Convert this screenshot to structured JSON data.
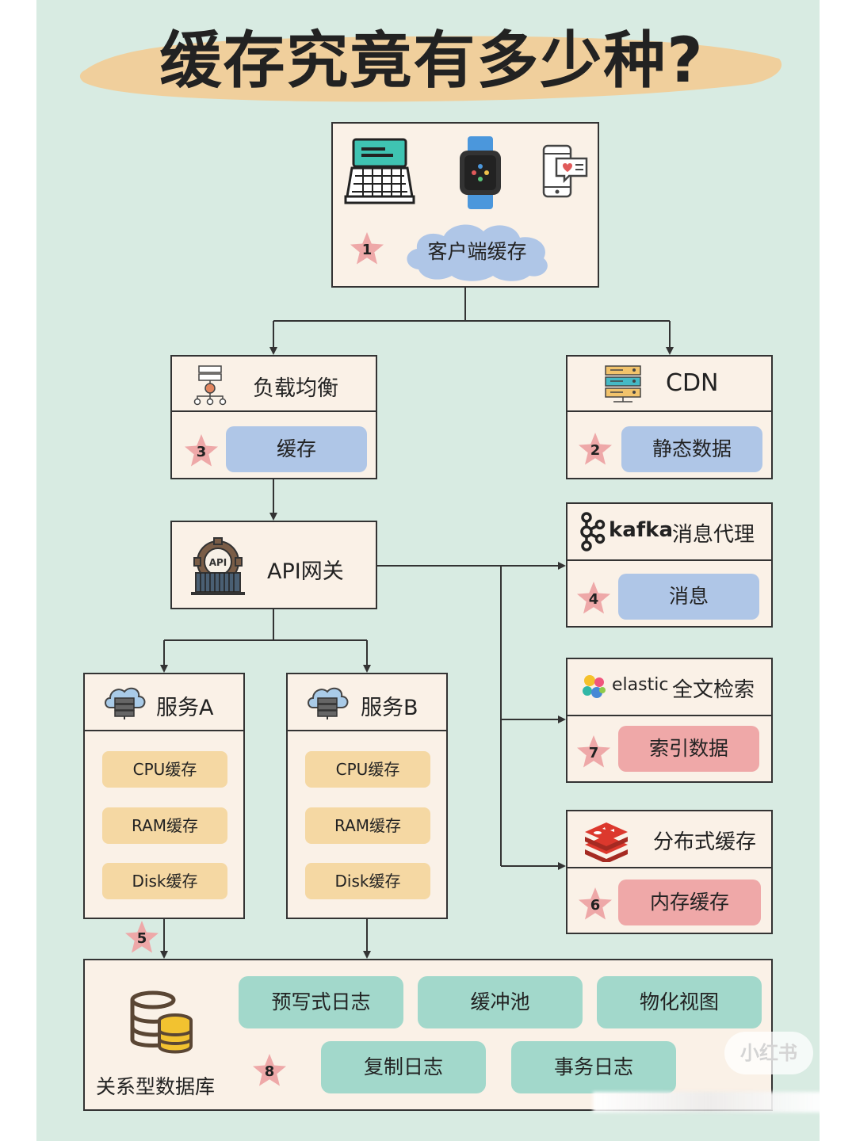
{
  "title": "缓存究竟有多少种?",
  "client": {
    "label": "客户端缓存",
    "star": "1"
  },
  "load_balancer": {
    "header": "负载均衡",
    "label": "缓存",
    "star": "3"
  },
  "cdn": {
    "header": "CDN",
    "label": "静态数据",
    "star": "2"
  },
  "api_gateway": {
    "header": "API网关",
    "icon_text": "API"
  },
  "kafka": {
    "logo": "kafka",
    "header": "消息代理",
    "label": "消息",
    "star": "4"
  },
  "elastic": {
    "logo": "elastic",
    "header": "全文检索",
    "label": "索引数据",
    "star": "7"
  },
  "redis": {
    "header": "分布式缓存",
    "label": "内存缓存",
    "star": "6"
  },
  "service_a": {
    "header": "服务A",
    "items": [
      "CPU缓存",
      "RAM缓存",
      "Disk缓存"
    ],
    "star": "5"
  },
  "service_b": {
    "header": "服务B",
    "items": [
      "CPU缓存",
      "RAM缓存",
      "Disk缓存"
    ]
  },
  "database": {
    "label": "关系型数据库",
    "star": "8",
    "items": [
      "预写式日志",
      "缓冲池",
      "物化视图",
      "复制日志",
      "事务日志"
    ]
  },
  "watermark": "小红书",
  "colors": {
    "background": "#d8ebe2",
    "box": "#faf1e7",
    "blue_pill": "#afc6e7",
    "pink_pill": "#efa8a8",
    "teal_pill": "#a2d8cb",
    "sand_pill": "#f5d8a3",
    "star": "#eea8a8",
    "title_brush": "#f0cf9c"
  },
  "icons": [
    "laptop-icon",
    "smartwatch-icon",
    "phone-chat-icon",
    "cloud-icon",
    "network-icon",
    "server-rack-icon",
    "api-gear-icon",
    "kafka-logo-icon",
    "elastic-logo-icon",
    "redis-logo-icon",
    "cloud-server-icon",
    "database-icon",
    "star-icon"
  ]
}
